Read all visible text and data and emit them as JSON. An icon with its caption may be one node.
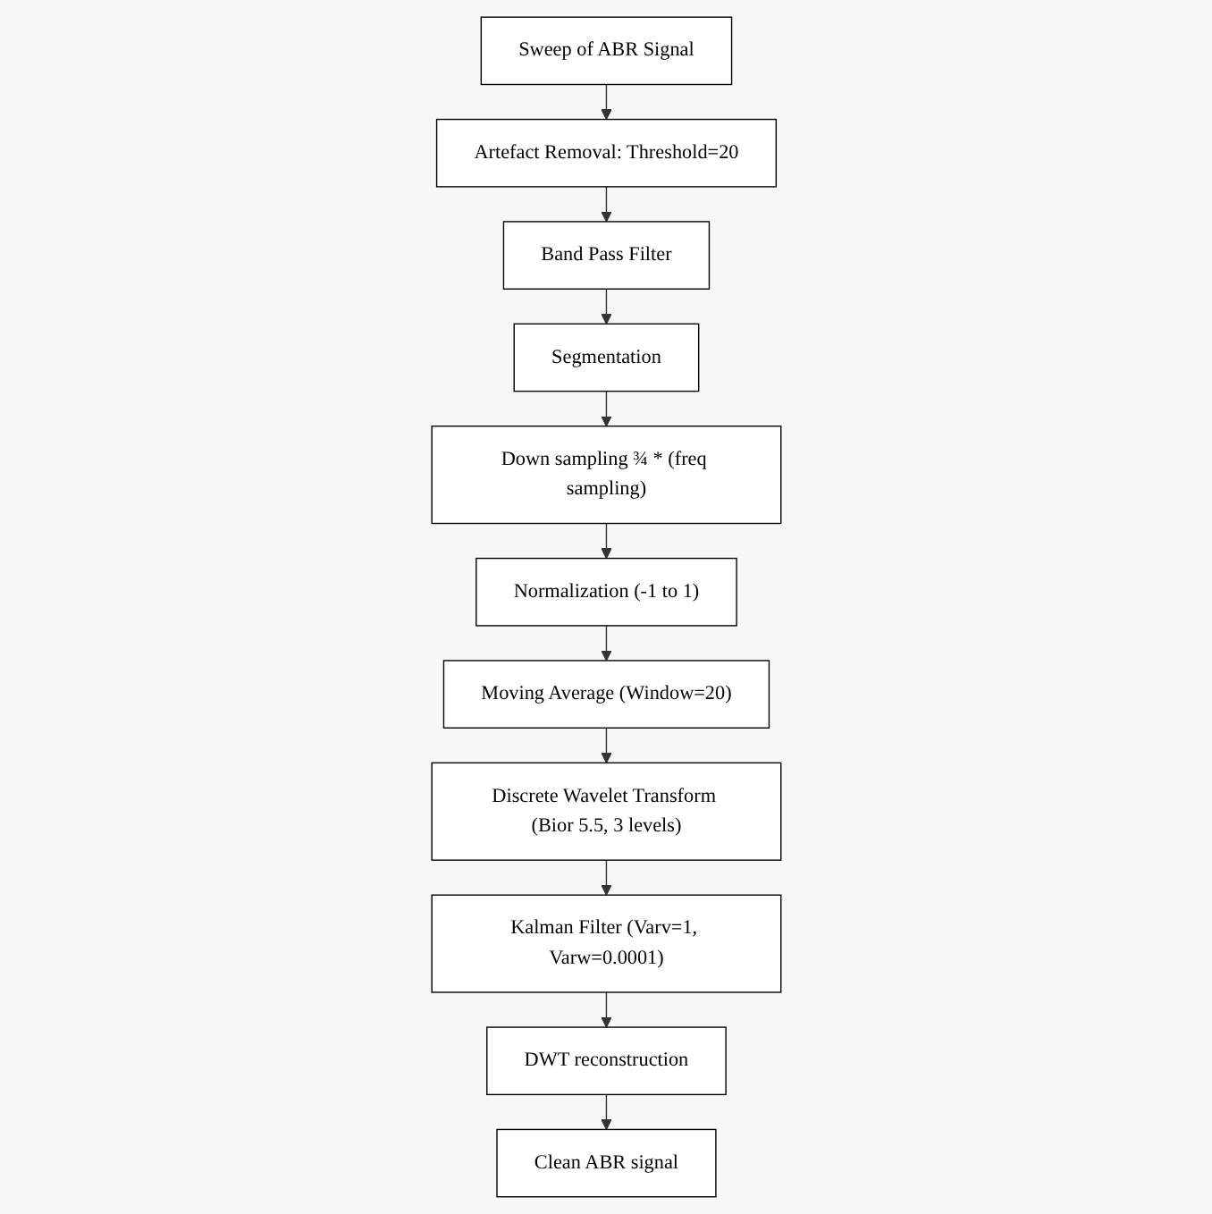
{
  "diagram": {
    "nodes": [
      {
        "text": [
          "Sweep of ABR Signal"
        ]
      },
      {
        "text": [
          "Artefact Removal: Threshold=20"
        ]
      },
      {
        "text": [
          "Band Pass Filter"
        ]
      },
      {
        "text": [
          "Segmentation"
        ]
      },
      {
        "text": [
          "Down sampling ¾ * (freq sampling)"
        ]
      },
      {
        "text": [
          "Normalization (-1 to 1)"
        ]
      },
      {
        "text": [
          "Moving Average (Window=20)"
        ]
      },
      {
        "text": [
          "Discrete Wavelet Transform (Bior 5.5, 3 levels)"
        ]
      },
      {
        "text": [
          "Kalman Filter (Varv=1, Varw=0.0001)"
        ]
      },
      {
        "text": [
          "DWT reconstruction"
        ]
      },
      {
        "text": [
          "Clean ABR signal"
        ]
      }
    ],
    "edges": [
      {
        "from": 0,
        "to": 1,
        "arrow": "to"
      },
      {
        "from": 1,
        "to": 2,
        "arrow": "to"
      },
      {
        "from": 2,
        "to": 3,
        "arrow": "to"
      },
      {
        "from": 3,
        "to": 4,
        "arrow": "to"
      },
      {
        "from": 4,
        "to": 5,
        "arrow": "to"
      },
      {
        "from": 5,
        "to": 6,
        "arrow": "to"
      },
      {
        "from": 6,
        "to": 7,
        "arrow": "to"
      },
      {
        "from": 7,
        "to": 8,
        "arrow": "to"
      },
      {
        "from": 8,
        "to": 9,
        "arrow": "to"
      },
      {
        "from": 9,
        "to": 10,
        "arrow": "to"
      }
    ]
  }
}
